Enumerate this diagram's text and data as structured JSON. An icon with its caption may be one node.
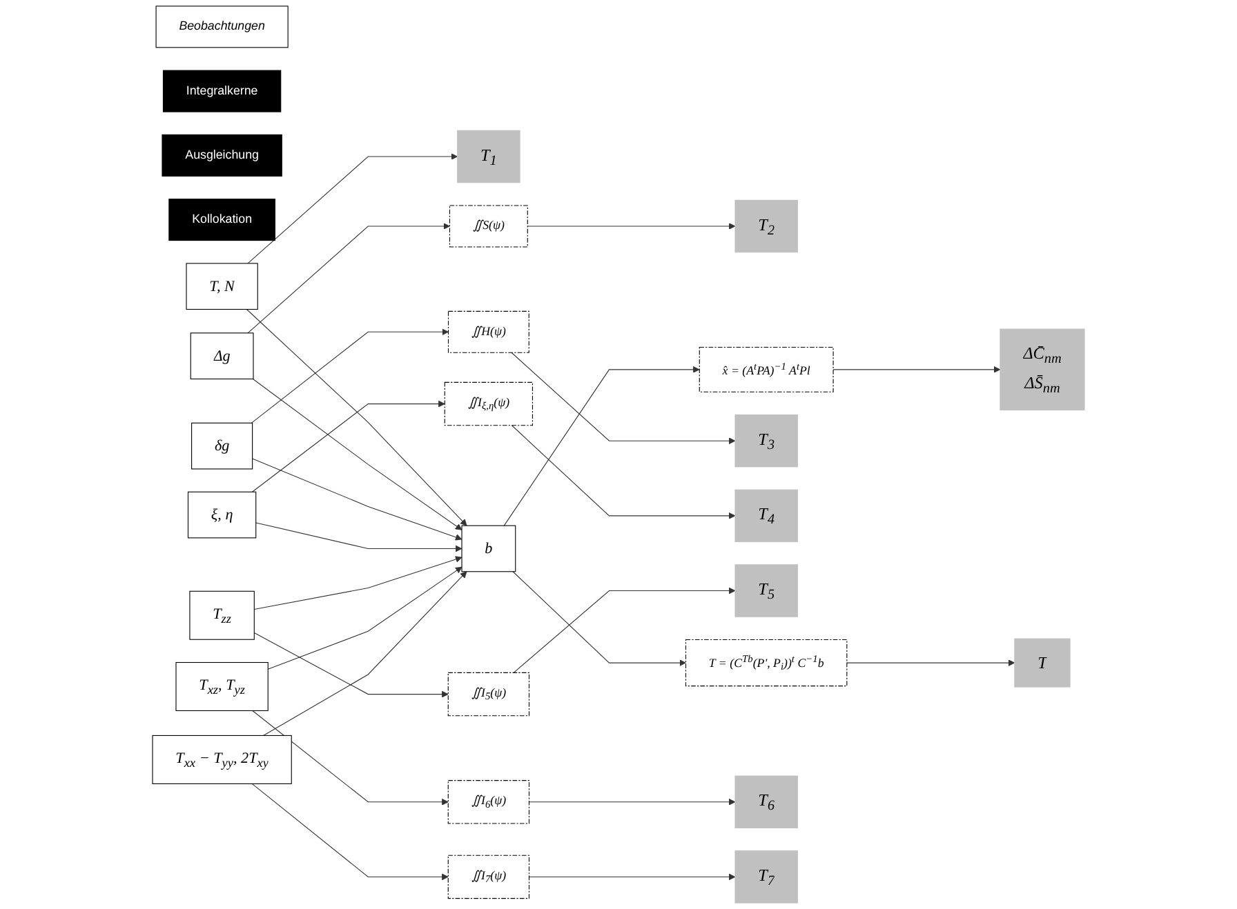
{
  "diagram": {
    "nodes": [
      {
        "text": [
          "Beobachtungen"
        ]
      },
      {
        "text": [
          "Integralkerne"
        ]
      },
      {
        "text": [
          "T$_{1}$"
        ]
      },
      {
        "text": [
          "T, N"
        ]
      },
      {
        "text": [
          "Ausgleichung"
        ]
      },
      {
        "text": [
          "T$_{2}$"
        ]
      },
      {
        "text": [
          "∬S(ψ)"
        ]
      },
      {
        "text": [
          "Δg"
        ]
      },
      {
        "text": [
          "ΔC̄$_{nm}$",
          "ΔS̄$_{nm}$"
        ]
      },
      {
        "text": [
          "x̂ = (A$^{t}$PA)$^{−1}$ A$^{t}$Pl"
        ]
      },
      {
        "text": [
          "T$_{3}$"
        ]
      },
      {
        "text": [
          "∬H(ψ)"
        ]
      },
      {
        "text": [
          "δg"
        ]
      },
      {
        "text": [
          "T$_{4}$"
        ]
      },
      {
        "text": [
          "∬I$_{ξ,η}$(ψ)"
        ]
      },
      {
        "text": [
          "ξ, η"
        ]
      },
      {
        "text": [
          "b"
        ]
      },
      {
        "text": [
          "T$_{5}$"
        ]
      },
      {
        "text": [
          "∬I$_{5}$(ψ)"
        ]
      },
      {
        "text": [
          "T$_{zz}$"
        ]
      },
      {
        "text": [
          "T = (C$^{Tb}$(P', P$_{i}$))$^{t}$ C$^{−1}$b"
        ]
      },
      {
        "text": [
          "T"
        ]
      },
      {
        "text": [
          "Kollokation"
        ]
      },
      {
        "text": [
          "T$_{6}$"
        ]
      },
      {
        "text": [
          "∬I$_{6}$(ψ)"
        ]
      },
      {
        "text": [
          "T$_{xz}$, T$_{yz}$"
        ]
      },
      {
        "text": [
          "T$_{7}$"
        ]
      },
      {
        "text": [
          "∬I$_{7}$(ψ)"
        ]
      },
      {
        "text": [
          "T$_{xx}$ − T$_{yy}$, 2T$_{xy}$"
        ]
      }
    ],
    "edges": [
      {
        "from": 3,
        "to": 2,
        "arrow": "to"
      },
      {
        "from": 7,
        "to": 6,
        "arrow": "to"
      },
      {
        "from": 6,
        "to": 5,
        "arrow": "to"
      },
      {
        "from": 12,
        "to": 11,
        "arrow": "to"
      },
      {
        "from": 11,
        "to": 10,
        "arrow": "to"
      },
      {
        "from": 15,
        "to": 14,
        "arrow": "to"
      },
      {
        "from": 14,
        "to": 13,
        "arrow": "to"
      },
      {
        "from": 19,
        "to": 18,
        "arrow": "to"
      },
      {
        "from": 18,
        "to": 17,
        "arrow": "to"
      },
      {
        "from": 25,
        "to": 24,
        "arrow": "to"
      },
      {
        "from": 24,
        "to": 23,
        "arrow": "to"
      },
      {
        "from": 28,
        "to": 27,
        "arrow": "to"
      },
      {
        "from": 27,
        "to": 26,
        "arrow": "to"
      },
      {
        "from": 3,
        "to": 16,
        "arrow": "to"
      },
      {
        "from": 7,
        "to": 16,
        "arrow": "to"
      },
      {
        "from": 12,
        "to": 16,
        "arrow": "to"
      },
      {
        "from": 15,
        "to": 16,
        "arrow": "to"
      },
      {
        "from": 19,
        "to": 16,
        "arrow": "to"
      },
      {
        "from": 25,
        "to": 16,
        "arrow": "to"
      },
      {
        "from": 28,
        "to": 16,
        "arrow": "to"
      },
      {
        "from": 16,
        "to": 9,
        "arrow": "to"
      },
      {
        "from": 9,
        "to": 8,
        "arrow": "to"
      },
      {
        "from": 16,
        "to": 20,
        "arrow": "to"
      },
      {
        "from": 20,
        "to": 21,
        "arrow": "to"
      }
    ]
  }
}
